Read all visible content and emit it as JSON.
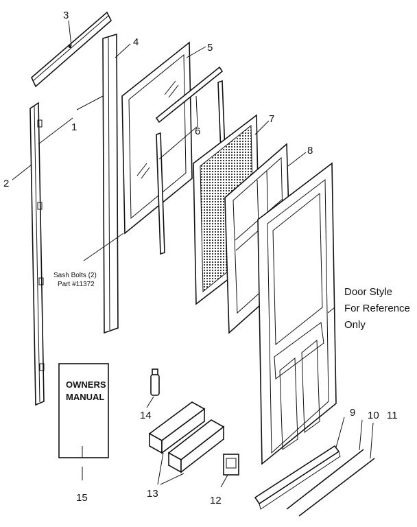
{
  "callouts": {
    "c1": "1",
    "c2": "2",
    "c3": "3",
    "c4": "4",
    "c5": "5",
    "c6": "6",
    "c7": "7",
    "c8": "8",
    "c9": "9",
    "c10": "10",
    "c11": "11",
    "c12": "12",
    "c13": "13",
    "c14": "14",
    "c15": "15"
  },
  "notes": {
    "sash_line1": "Sash Bolts (2)",
    "sash_line2": "Part #11372",
    "door_line1": "Door Style",
    "door_line2": "For Reference",
    "door_line3": "Only"
  },
  "manual": {
    "line1": "OWNERS",
    "line2": "MANUAL"
  }
}
